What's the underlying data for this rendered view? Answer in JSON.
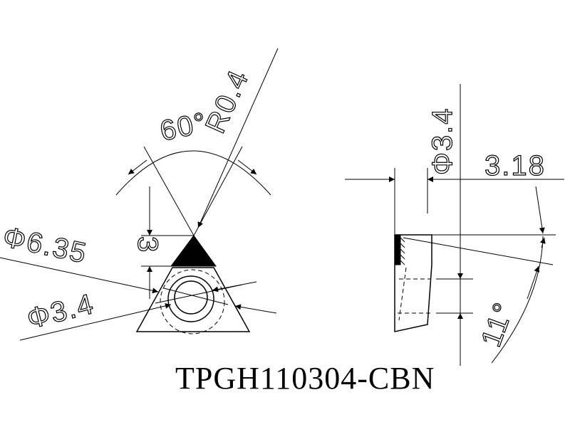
{
  "drawing": {
    "part_number": "TPGH110304-CBN",
    "front_view": {
      "angle_label": "60°",
      "radius_label": "R0.4",
      "inscribed_diameter_label": "Φ6.35",
      "tip_length_label": "3",
      "hole_diameter_label": "Φ3.4"
    },
    "side_view": {
      "hole_diameter_label": "Φ3.4",
      "thickness_label": "3.18",
      "clearance_angle_label": "11°"
    },
    "colors": {
      "line": "#000000",
      "background": "#ffffff"
    }
  }
}
